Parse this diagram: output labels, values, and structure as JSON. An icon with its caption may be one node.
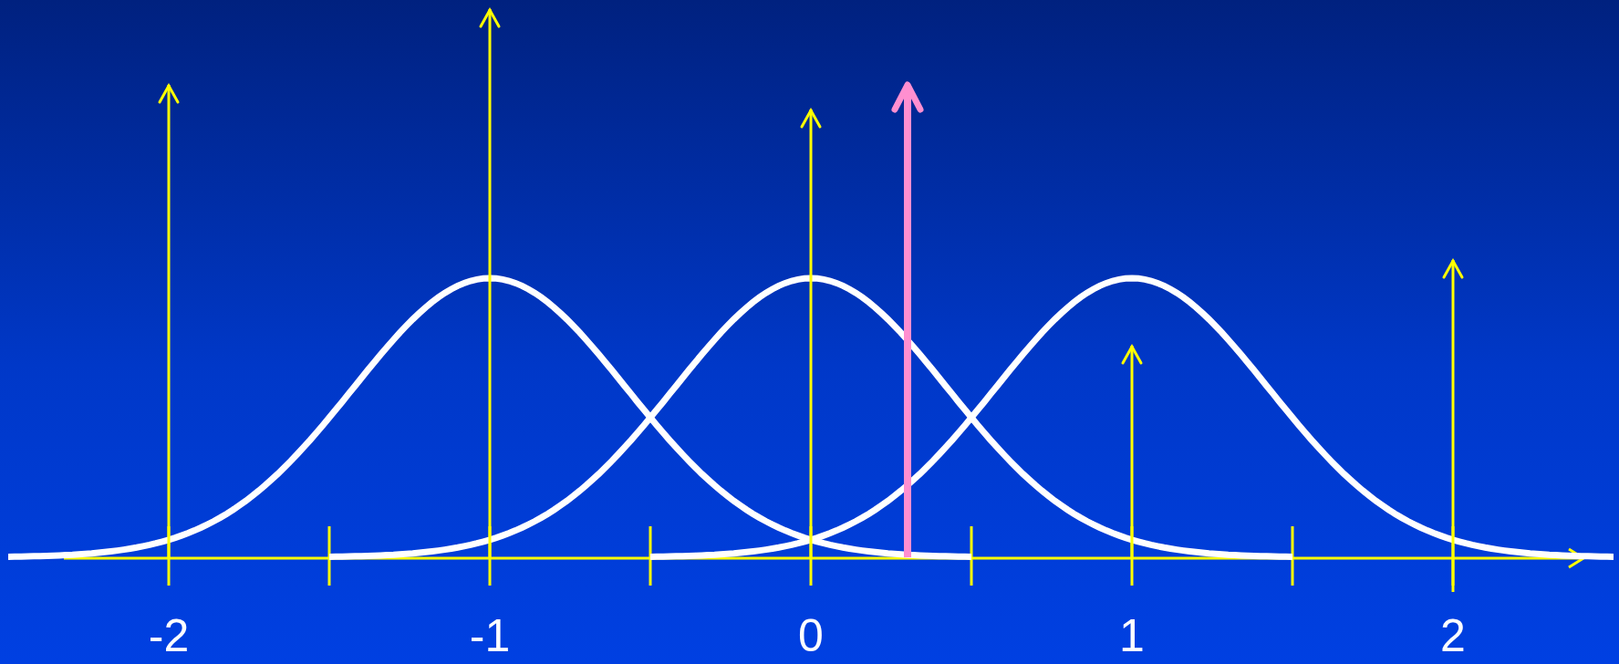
{
  "diagram": {
    "labels": [
      "-2",
      "-1",
      "0",
      "1",
      "2"
    ]
  }
}
